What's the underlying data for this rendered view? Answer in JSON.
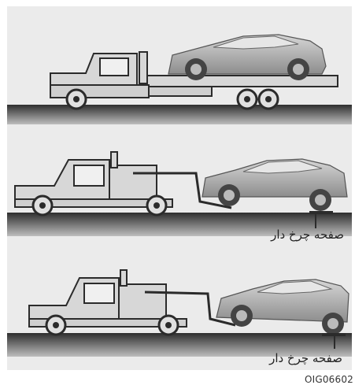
{
  "figure": {
    "panels": [
      {
        "id": "flatbed",
        "label": ""
      },
      {
        "id": "wheel-lift-front",
        "label": "صفحه چرخ دار"
      },
      {
        "id": "wheel-lift-rear",
        "label": "صفحه چرخ دار"
      }
    ],
    "figure_code": "OIG06602",
    "colors": {
      "background": "#ebebeb",
      "road_dark": "#4a4a4a",
      "truck_body": "#d7d7d7",
      "outline": "#2b2b2b",
      "car_body": "#a9a9a9"
    }
  }
}
